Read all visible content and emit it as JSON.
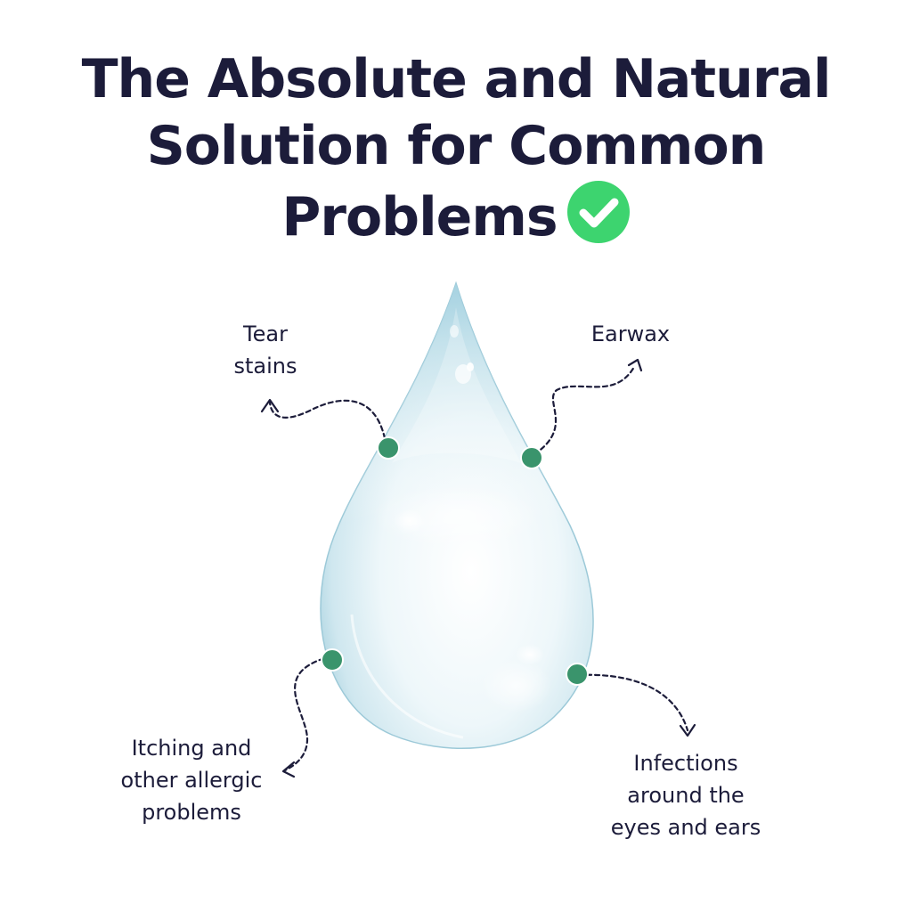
{
  "headline": {
    "line1": "The Absolute and Natural",
    "line2": "Solution for Common",
    "line3": "Problems"
  },
  "check_icon": "check-circle-icon",
  "colors": {
    "text": "#1c1c3a",
    "check": "#3dd46f",
    "dot": "#3a946c",
    "drop": "#bfe0ea"
  },
  "callouts": {
    "tear": {
      "line1": "Tear",
      "line2": "stains"
    },
    "earwax": {
      "line1": "Earwax"
    },
    "itching": {
      "line1": "Itching and",
      "line2": "other allergic",
      "line3": "problems"
    },
    "infections": {
      "line1": "Infections",
      "line2": "around the",
      "line3": "eyes and ears"
    }
  }
}
